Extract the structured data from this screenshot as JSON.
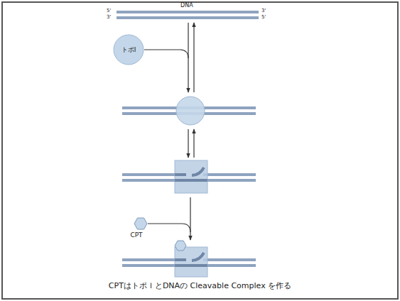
{
  "diagram": {
    "caption": "CPTはトポＩとDNAの Cleavable Complex を作る",
    "nodes": [
      {
        "text": [
          "トポI"
        ]
      },
      {
        "text": [
          "CPT"
        ]
      }
    ],
    "labels": [
      "DNA",
      "5'",
      "3'",
      "3'",
      "5'"
    ]
  }
}
